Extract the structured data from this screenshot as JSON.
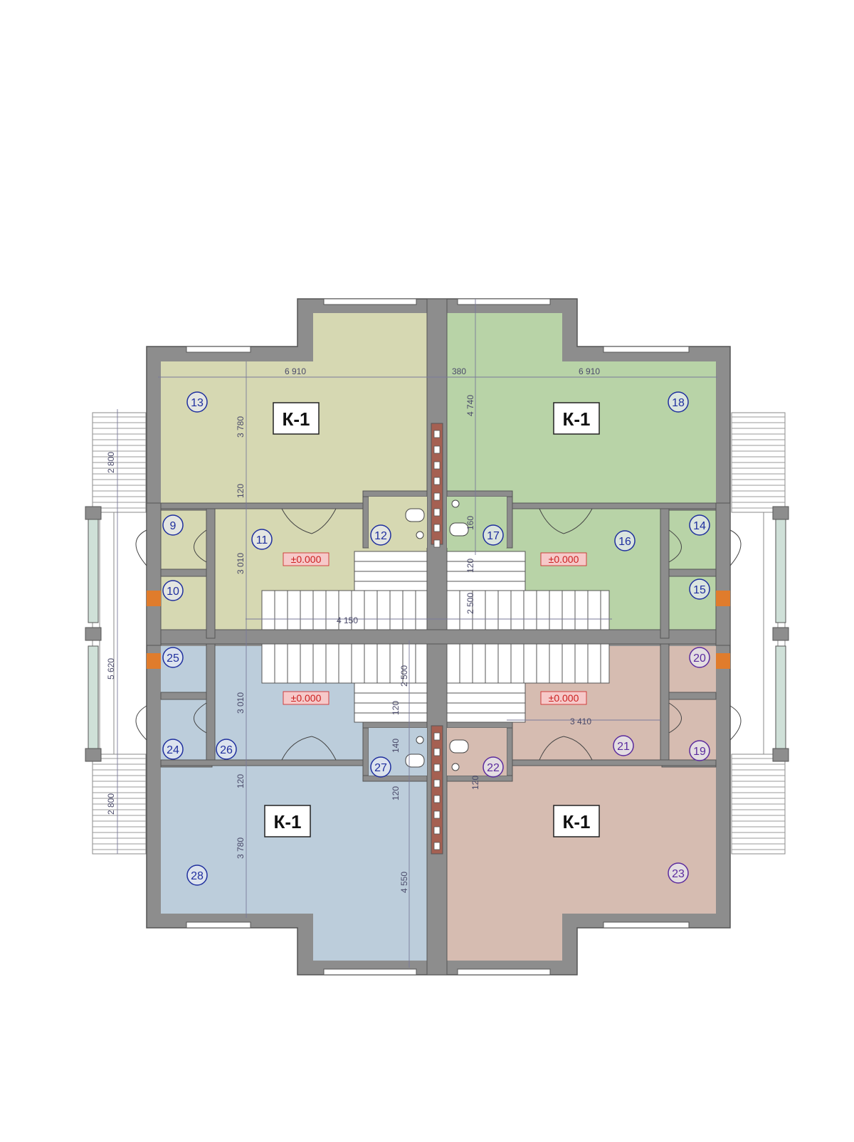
{
  "plan": {
    "colors": {
      "wall": "#8d8d8d",
      "wall_stroke": "#555555",
      "q1": "#d6d8b2",
      "q2": "#b8d3a7",
      "q3": "#bccddb",
      "q4": "#d6bcb1",
      "stair_area": "#ffffff",
      "elevation_fill": "#f6c9c9",
      "elevation_text": "#cc1f1f",
      "room_marker_blue": "#1f2f9e",
      "room_marker_purple": "#5b2b9e",
      "dim_line": "#7a7a9a",
      "chimney_brick": "#a56052"
    },
    "unit_labels": [
      "К-1",
      "К-1",
      "К-1",
      "К-1"
    ],
    "rooms": [
      "9",
      "10",
      "11",
      "12",
      "13",
      "14",
      "15",
      "16",
      "17",
      "18",
      "19",
      "20",
      "21",
      "22",
      "23",
      "24",
      "25",
      "26",
      "27",
      "28"
    ],
    "elevations": [
      "±0.000",
      "±0.000",
      "±0.000",
      "±0.000"
    ],
    "dimensions": [
      "6 910",
      "380",
      "6 910",
      "4 740",
      "3 780",
      "120",
      "3 010",
      "2 800",
      "5 620",
      "4 150",
      "3 010",
      "120",
      "2 500",
      "2 500",
      "120",
      "160",
      "140",
      "3 410",
      "120",
      "120",
      "120",
      "2 800",
      "3 780",
      "4 550"
    ]
  }
}
